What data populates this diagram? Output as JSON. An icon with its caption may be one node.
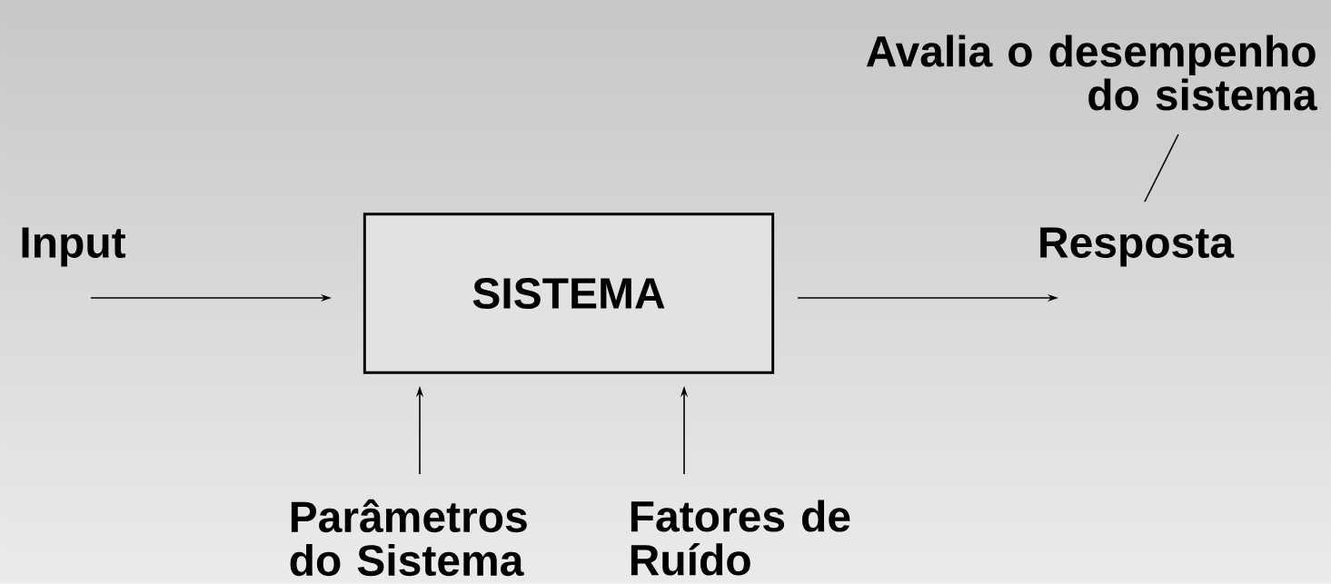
{
  "diagram": {
    "nodes": [
      {
        "text": [
          "Input"
        ]
      },
      {
        "text": [
          "SISTEMA"
        ]
      },
      {
        "text": [
          "Resposta"
        ]
      },
      {
        "text": [
          "Avalia o desempenho do sistema"
        ]
      },
      {
        "text": [
          "Parâmetros do Sistema"
        ]
      },
      {
        "text": [
          "Fatores de Ruído"
        ]
      }
    ],
    "edges": [
      {
        "from": 0,
        "to": 1,
        "arrow": "to"
      },
      {
        "from": 1,
        "to": 2,
        "arrow": "to"
      },
      {
        "from": 4,
        "to": 1,
        "arrow": "to"
      },
      {
        "from": 5,
        "to": 1,
        "arrow": "to"
      },
      {
        "from": 3,
        "to": 2,
        "arrow": "none"
      }
    ]
  }
}
